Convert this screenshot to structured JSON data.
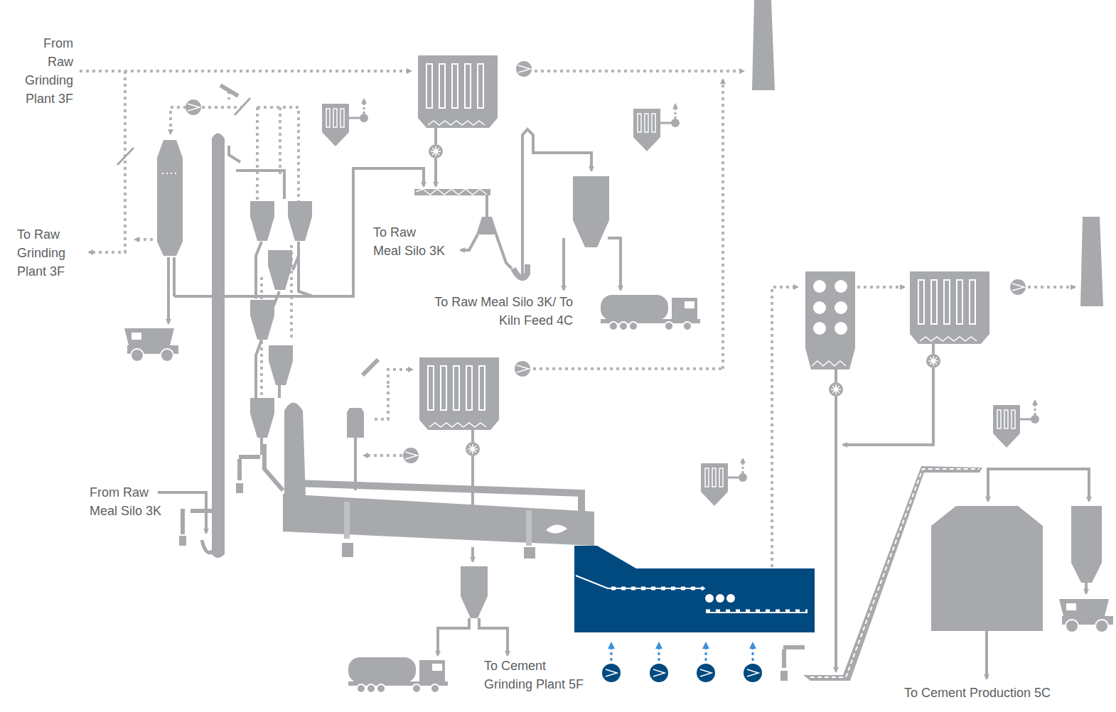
{
  "diagram": {
    "labels": [
      "From Raw Grinding Plant 3F",
      "To Raw Grinding Plant 3F",
      "To Raw Meal Silo 3K",
      "To Raw Meal Silo 3K/ To Kiln Feed 4C",
      "From Raw Meal Silo 3K",
      "To Cement Grinding Plant 5F",
      "To Cement Production 5C"
    ]
  }
}
